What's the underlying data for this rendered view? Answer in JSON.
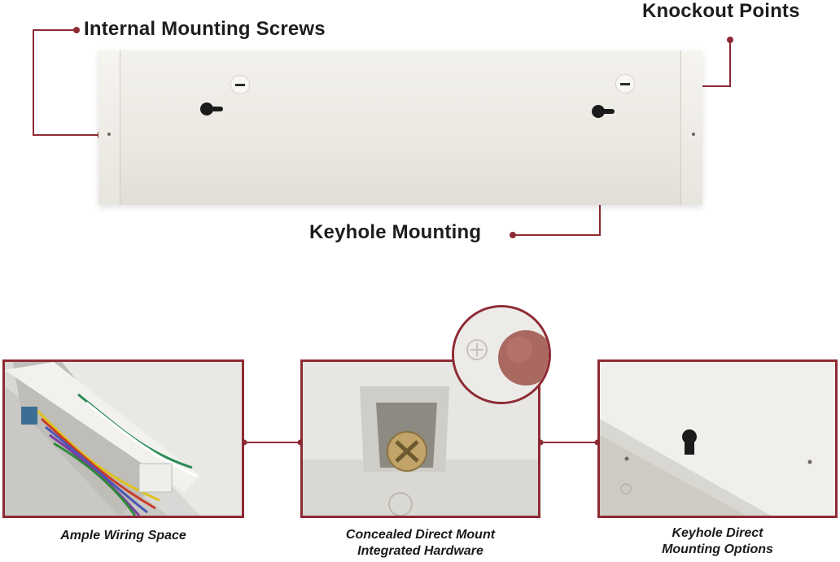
{
  "callouts": {
    "internal_mounting_screws": "Internal Mounting Screws",
    "knockout_points": "Knockout Points",
    "keyhole_mounting": "Keyhole Mounting"
  },
  "captions": {
    "ample_wiring": "Ample Wiring Space",
    "concealed_line1": "Concealed Direct Mount",
    "concealed_line2": "Integrated Hardware",
    "keyhole_line1": "Keyhole Direct",
    "keyhole_line2": "Mounting Options"
  },
  "colors": {
    "accent": "#8e2a33",
    "fixture": "#ece9e3",
    "text": "#1d1d1d"
  }
}
